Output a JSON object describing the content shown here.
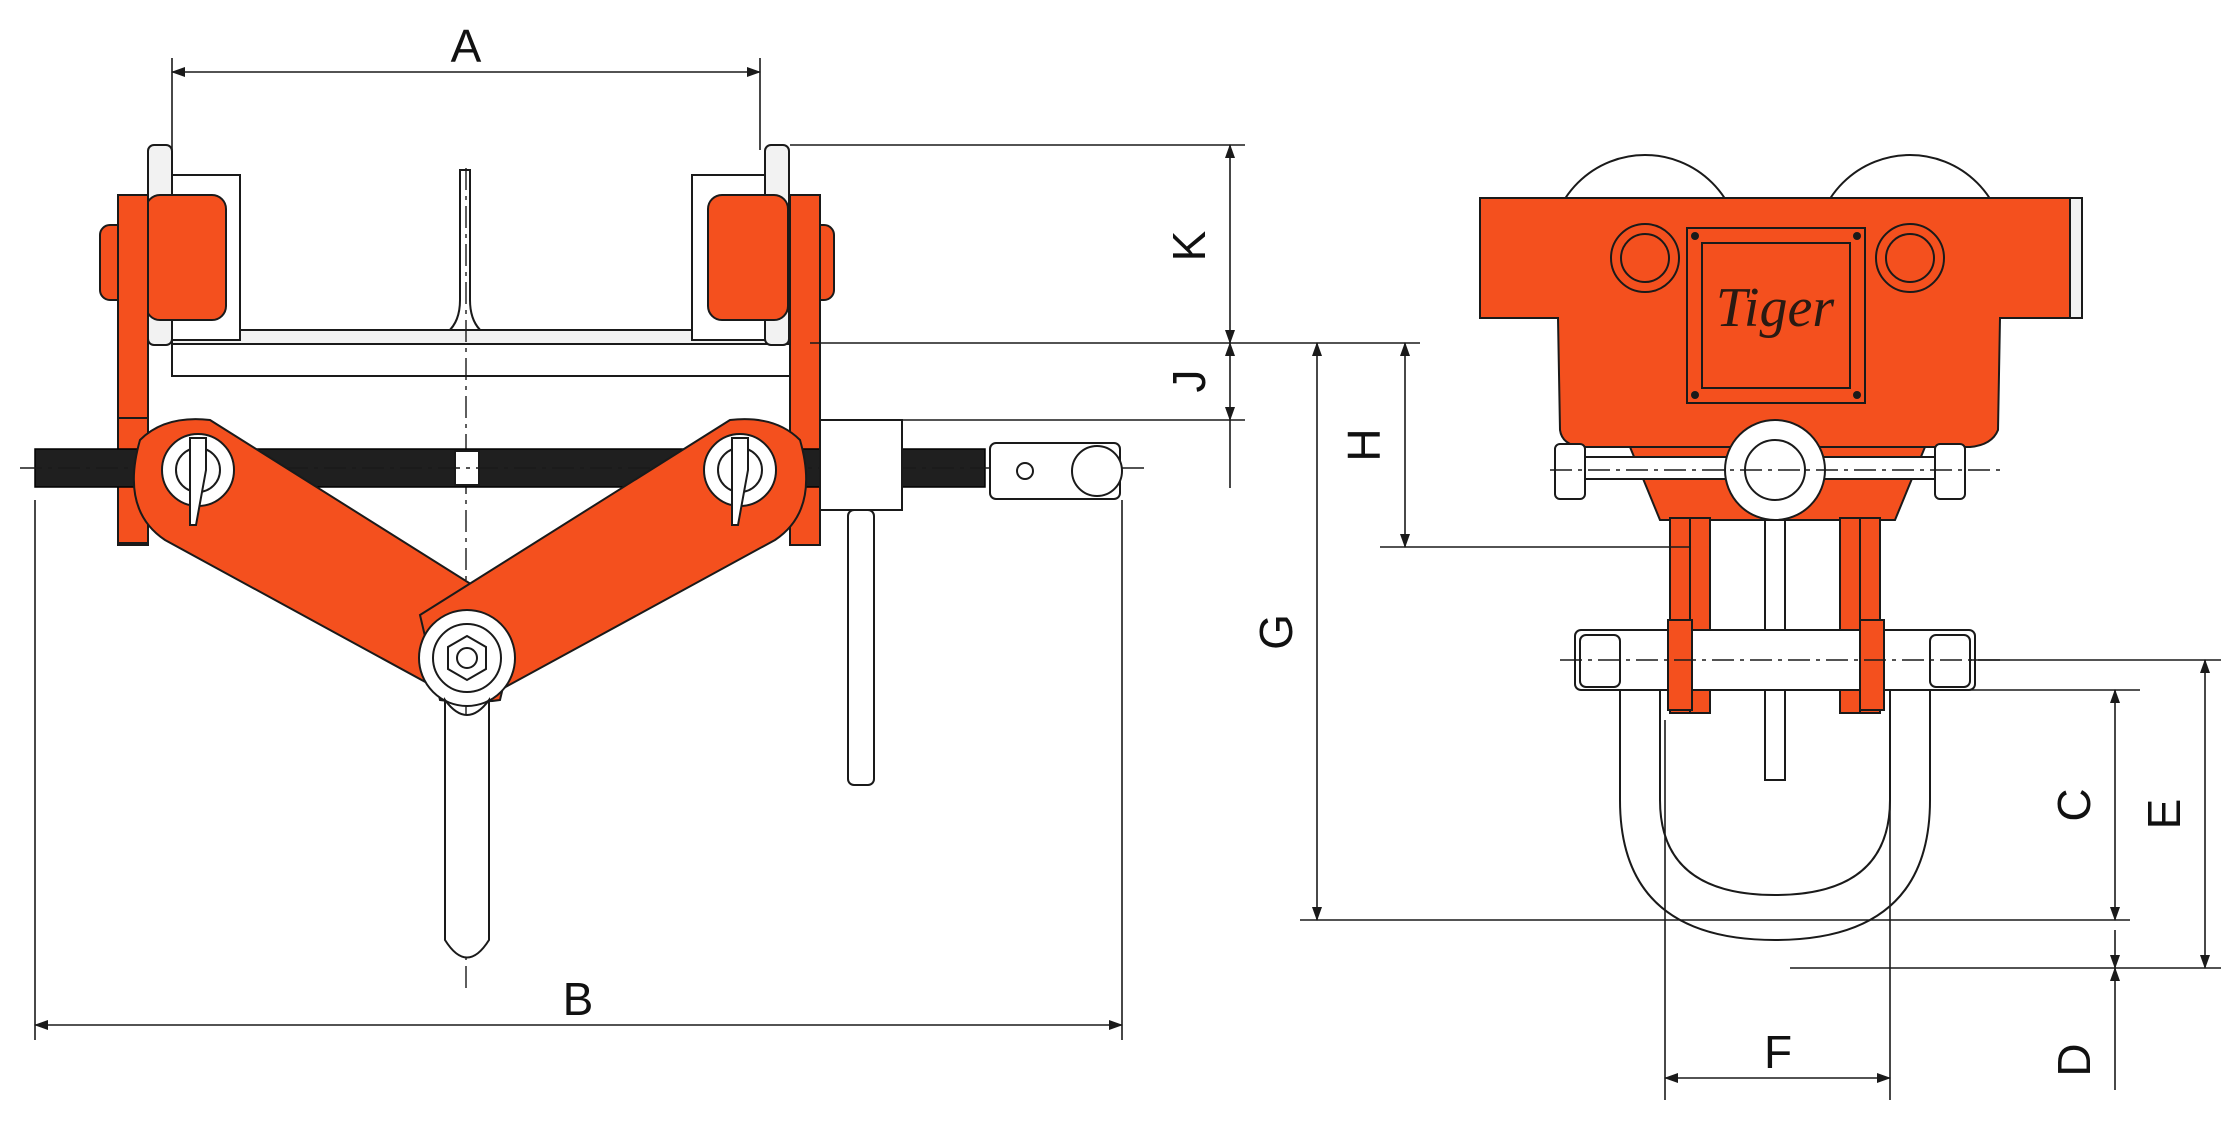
{
  "brand_label": "Tiger",
  "dimension_labels": {
    "A": "A",
    "B": "B",
    "C": "C",
    "D": "D",
    "E": "E",
    "F": "F",
    "G": "G",
    "H": "H",
    "J": "J",
    "K": "K"
  },
  "colors": {
    "body": "#F4501E",
    "outline": "#1a1a1a",
    "steel": "#ffffff",
    "thread": "#1f1f1f"
  }
}
